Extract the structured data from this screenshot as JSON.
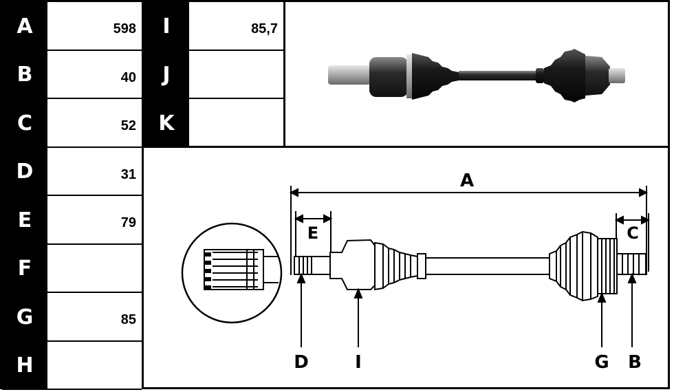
{
  "spec_table": {
    "left_rows": [
      {
        "letter": "A",
        "value": "598"
      },
      {
        "letter": "B",
        "value": "40"
      },
      {
        "letter": "C",
        "value": "52"
      },
      {
        "letter": "D",
        "value": "31"
      },
      {
        "letter": "E",
        "value": "79"
      },
      {
        "letter": "F",
        "value": ""
      },
      {
        "letter": "G",
        "value": "85"
      },
      {
        "letter": "H",
        "value": ""
      }
    ],
    "right_rows": [
      {
        "letter": "I",
        "value": "85,7"
      },
      {
        "letter": "J",
        "value": ""
      },
      {
        "letter": "K",
        "value": ""
      }
    ]
  },
  "diagram_labels": {
    "a": "A",
    "e": "E",
    "c": "C",
    "d": "D",
    "i": "I",
    "g": "G",
    "b": "B"
  }
}
